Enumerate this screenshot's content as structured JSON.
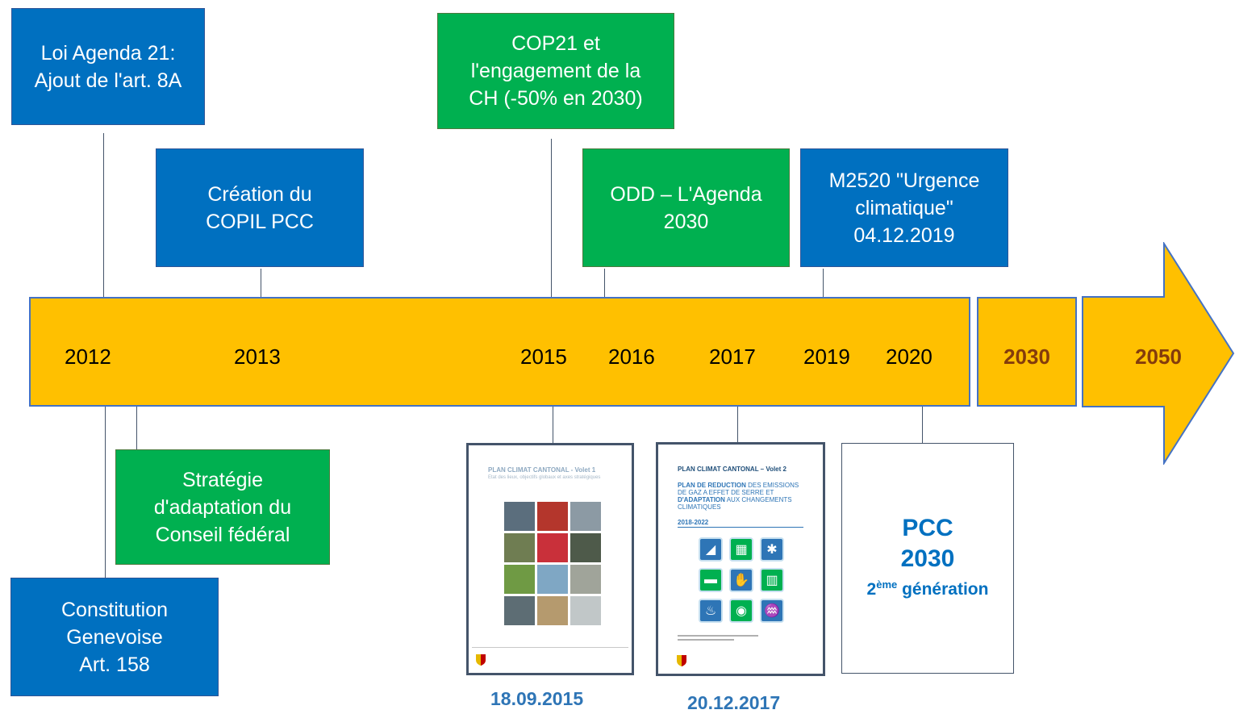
{
  "events_top": [
    {
      "text": "Loi Agenda 21:\nAjout de l'art. 8A",
      "color": "blue"
    },
    {
      "text": "Création du\nCOPIL PCC",
      "color": "blue"
    },
    {
      "text": "COP21 et\nl'engagement de la\nCH (-50% en 2030)",
      "color": "green"
    },
    {
      "text": "ODD – L'Agenda\n2030",
      "color": "green"
    },
    {
      "text": "M2520 \"Urgence\nclimatique\"\n04.12.2019",
      "color": "blue"
    }
  ],
  "events_bottom": [
    {
      "text": "Stratégie\nd'adaptation du\nConseil fédéral",
      "color": "green"
    },
    {
      "text": "Constitution\nGenevoise\nArt. 158",
      "color": "blue"
    }
  ],
  "years": [
    "2012",
    "2013",
    "2015",
    "2016",
    "2017",
    "2019",
    "2020"
  ],
  "future_years": [
    "2030",
    "2050"
  ],
  "documents": [
    {
      "title": "PLAN CLIMAT CANTONAL - Volet 1",
      "subtitle": "Etat des lieux, objectifs globaux et axes stratégiques",
      "date": "18.09.2015"
    },
    {
      "title": "PLAN CLIMAT CANTONAL – Volet 2",
      "subtitle_part1": "PLAN DE REDUCTION",
      "subtitle_part2": " DES EMISSIONS DE GAZ A EFFET DE SERRE ET ",
      "subtitle_part3": "D'ADAPTATION",
      "subtitle_part4": " AUX CHANGEMENTS CLIMATIQUES",
      "period": "2018-2022",
      "date": "20.12.2017"
    }
  ],
  "pcc2030": {
    "line1": "PCC",
    "line2": "2030",
    "gen_sup": "ème",
    "gen_num": "2",
    "gen_text": " génération"
  },
  "colors": {
    "blue": "#0070c0",
    "green": "#00b050",
    "bar": "#ffc000",
    "future_year": "#843c0c",
    "doc_date": "#2e75b6"
  }
}
